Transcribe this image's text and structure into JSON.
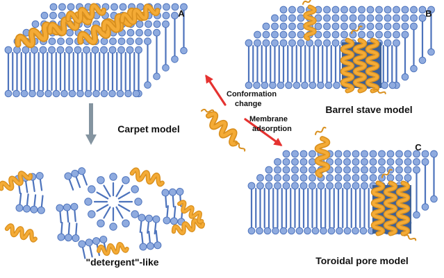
{
  "diagram": {
    "panels": {
      "a": {
        "letter": "A",
        "caption": "Carpet model"
      },
      "b": {
        "letter": "B",
        "caption": "Barrel stave model"
      },
      "c": {
        "letter": "C",
        "caption": "Toroidal pore model"
      },
      "detergent": {
        "caption": "\"detergent\"-like"
      }
    },
    "annotations": {
      "conformation_change": {
        "line1": "Conformation",
        "line2": "change"
      },
      "membrane_adsorption": {
        "line1": "Membrane",
        "line2": "adsorption"
      }
    }
  },
  "icons": {
    "lipid_head": "blue-sphere-lipid-head-icon",
    "lipid_tail": "blue-line-lipid-tail-icon",
    "peptide_helix": "orange-alpha-helix-icon",
    "red_arrow": "red-process-arrow-icon",
    "gray_arrow": "gray-transition-arrow-icon"
  },
  "colors": {
    "background": "#ffffff",
    "lipid_head": "#8fabdf",
    "lipid_head_stroke": "#4d73bc",
    "lipid_tail": "#4d73bc",
    "peptide": "#f4ab36",
    "peptide_dark": "#d9901f",
    "pore": "#3d6096",
    "arrow_red": "#e53230",
    "arrow_gray": "#8494a0",
    "text": "#111111"
  }
}
